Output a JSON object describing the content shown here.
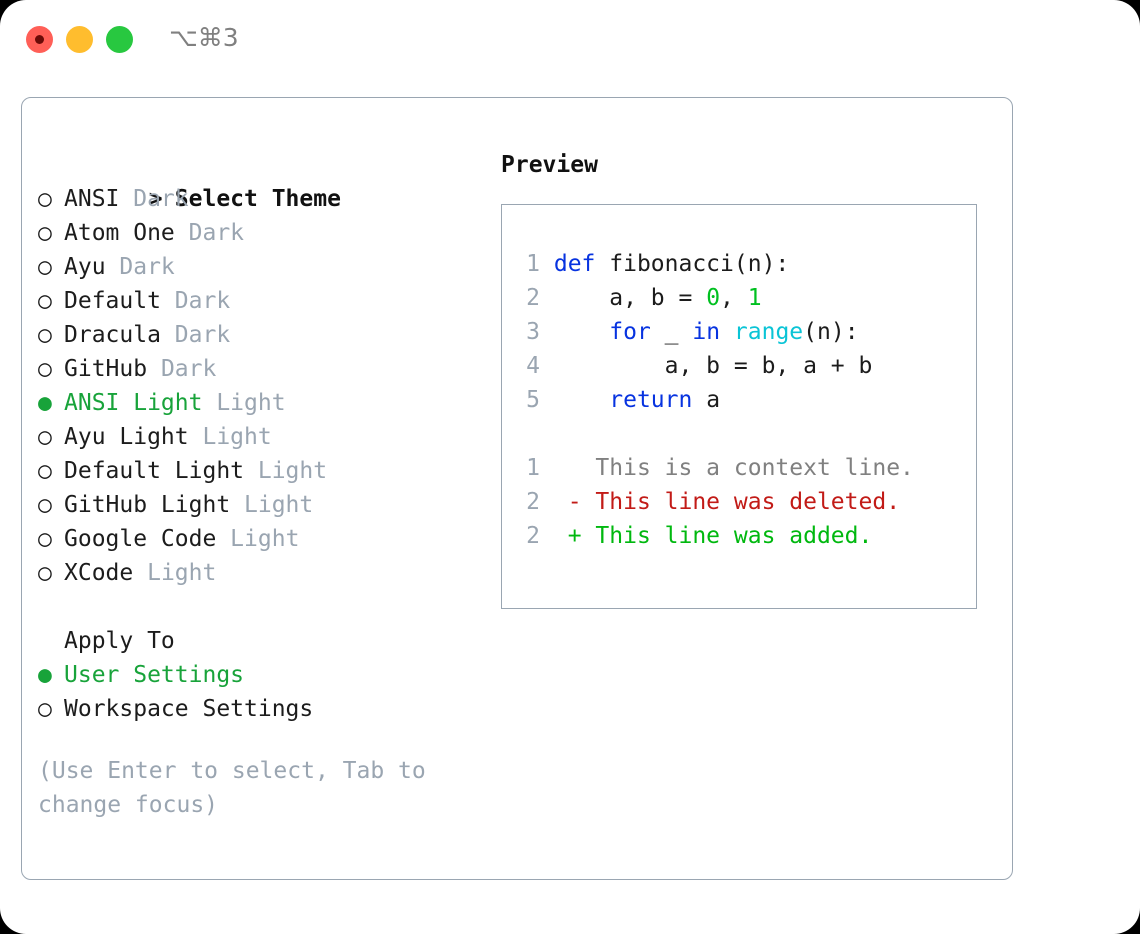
{
  "titlebar": {
    "shortcut": "⌥⌘3",
    "buttons": [
      {
        "name": "close",
        "color": "#ff5f57"
      },
      {
        "name": "minimize",
        "color": "#ffbd2e"
      },
      {
        "name": "maximize",
        "color": "#28c840"
      }
    ]
  },
  "theme_picker": {
    "header_prefix": "> ",
    "header": "Select Theme",
    "bullet_selected": "● ",
    "bullet_unselected": "○ ",
    "items": [
      {
        "name": "ANSI",
        "mode": " Dark",
        "selected": false
      },
      {
        "name": "Atom One",
        "mode": " Dark",
        "selected": false
      },
      {
        "name": "Ayu",
        "mode": " Dark",
        "selected": false
      },
      {
        "name": "Default",
        "mode": " Dark",
        "selected": false
      },
      {
        "name": "Dracula",
        "mode": " Dark",
        "selected": false
      },
      {
        "name": "GitHub",
        "mode": " Dark",
        "selected": false
      },
      {
        "name": "ANSI Light",
        "mode": " Light",
        "selected": true
      },
      {
        "name": "Ayu Light",
        "mode": " Light",
        "selected": false
      },
      {
        "name": "Default Light",
        "mode": " Light",
        "selected": false
      },
      {
        "name": "GitHub Light",
        "mode": " Light",
        "selected": false
      },
      {
        "name": "Google Code",
        "mode": " Light",
        "selected": false
      },
      {
        "name": "XCode",
        "mode": " Light",
        "selected": false
      }
    ]
  },
  "apply_to": {
    "header": "Apply To",
    "items": [
      {
        "label": "User Settings",
        "selected": true
      },
      {
        "label": "Workspace Settings",
        "selected": false
      }
    ]
  },
  "hint": "(Use Enter to select, Tab to change focus)",
  "preview": {
    "title": "Preview",
    "code_lines": [
      {
        "number": "1",
        "tokens": [
          {
            "text": "def",
            "type": "keyword"
          },
          {
            "text": " fibonacci(n):",
            "type": "plain"
          }
        ]
      },
      {
        "number": "2",
        "tokens": [
          {
            "text": "    a, b = ",
            "type": "plain"
          },
          {
            "text": "0",
            "type": "number"
          },
          {
            "text": ", ",
            "type": "plain"
          },
          {
            "text": "1",
            "type": "number"
          }
        ]
      },
      {
        "number": "3",
        "tokens": [
          {
            "text": "    ",
            "type": "plain"
          },
          {
            "text": "for",
            "type": "keyword"
          },
          {
            "text": " _ ",
            "type": "plain"
          },
          {
            "text": "in",
            "type": "keyword"
          },
          {
            "text": " ",
            "type": "plain"
          },
          {
            "text": "range",
            "type": "function"
          },
          {
            "text": "(n):",
            "type": "plain"
          }
        ]
      },
      {
        "number": "4",
        "tokens": [
          {
            "text": "        a, b = b, a + b",
            "type": "plain"
          }
        ]
      },
      {
        "number": "5",
        "tokens": [
          {
            "text": "    ",
            "type": "plain"
          },
          {
            "text": "return",
            "type": "keyword"
          },
          {
            "text": " a",
            "type": "plain"
          }
        ]
      }
    ],
    "diff_lines": [
      {
        "number": "1",
        "marker": "  ",
        "text": "This is a context line.",
        "type": "context"
      },
      {
        "number": "2",
        "marker": "- ",
        "text": "This line was deleted.",
        "type": "deleted"
      },
      {
        "number": "2",
        "marker": "+ ",
        "text": "This line was added.",
        "type": "added"
      }
    ]
  },
  "colors": {
    "accent_green": "#18a33a",
    "muted": "#9aa5b1",
    "border": "#9aa6b2",
    "keyword": "#0733e0",
    "function": "#0ac4d6",
    "number": "#00c020",
    "diff_deleted": "#c21b17",
    "diff_added": "#00b80f",
    "diff_context": "#808080"
  }
}
